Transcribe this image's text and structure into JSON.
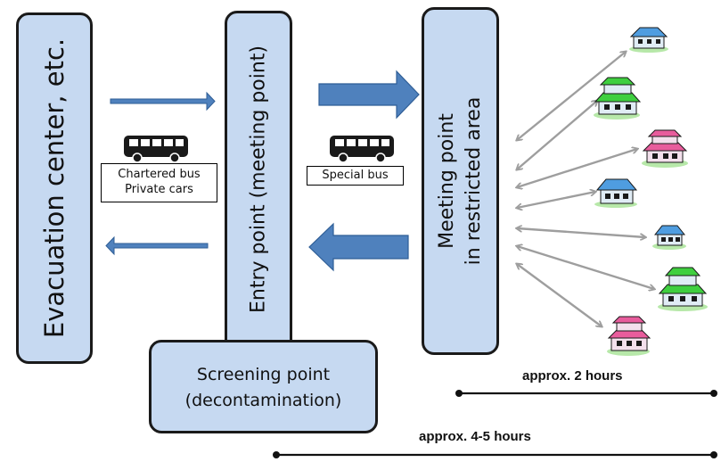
{
  "boxes": {
    "evacuation": "Evacuation center, etc.",
    "entry": "Entry point (meeting point)",
    "meeting_line1": "Meeting point",
    "meeting_line2": "in restricted area",
    "screening_line1": "Screening point",
    "screening_line2": "(decontamination)"
  },
  "transport": {
    "chartered": "Chartered bus",
    "private": "Private cars",
    "special": "Special bus"
  },
  "durations": {
    "short": "approx. 2 hours",
    "long": "approx. 4-5 hours"
  },
  "colors": {
    "box_fill": "#c6d9f1",
    "arrow_blue": "#4f81bd",
    "arrow_grey": "#9e9e9e",
    "house_blue": "#4f9de0",
    "house_green": "#3fcf3f",
    "house_pink": "#e85c9c"
  },
  "icons": [
    "bus-icon",
    "house-icon"
  ]
}
